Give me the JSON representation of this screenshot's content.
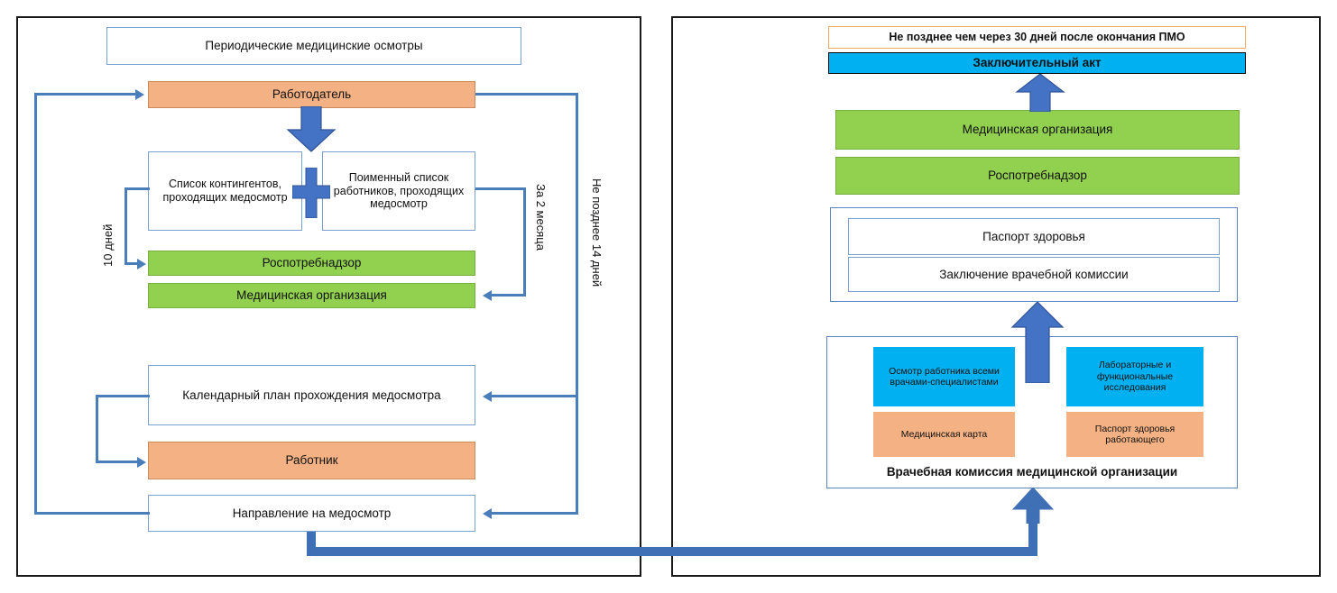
{
  "diagram": {
    "title_box": "Периодические медицинские осмотры",
    "left_flow": {
      "employer": "Работодатель",
      "list_contingents": "Список контингентов, проходящих медосмотр",
      "list_named_workers": "Поименный список работников, проходящих медосмотр",
      "rospotrebnadzor": "Роспотребнадзор",
      "medical_organization": "Медицинская организация",
      "calendar_plan": "Календарный план прохождения медосмотра",
      "worker": "Работник",
      "referral": "Направление на медосмотр"
    },
    "timing_labels": {
      "ten_days": "10 дней",
      "two_months": "За 2 месяца",
      "not_later_14_days": "Не позднее 14 дней",
      "not_later_30_days": "Не позднее чем через 30 дней после окончания ПМО"
    },
    "right_flow": {
      "final_act": "Заключительный акт",
      "medical_organization": "Медицинская организация",
      "rospotrebnadzor": "Роспотребнадзор",
      "health_passport": "Паспорт здоровья",
      "commission_conclusion": "Заключение врачебной комиссии",
      "commission_title": "Врачебная комиссия медицинской организации",
      "exam_by_specialists": "Осмотр работника всеми врачами-специалистами",
      "lab_and_functional": "Лабораторные и функциональные исследования",
      "medical_card": "Медицинская карта",
      "worker_health_passport": "Паспорт здоровья работающего"
    },
    "plus_symbol": "+",
    "colors": {
      "orange": "#f4b183",
      "green": "#92d050",
      "cyan": "#00b0f0",
      "connector_blue": "#4a7ebb",
      "thick_arrow_blue": "#3f6fb5",
      "border_dark": "#1a1a1a"
    }
  }
}
